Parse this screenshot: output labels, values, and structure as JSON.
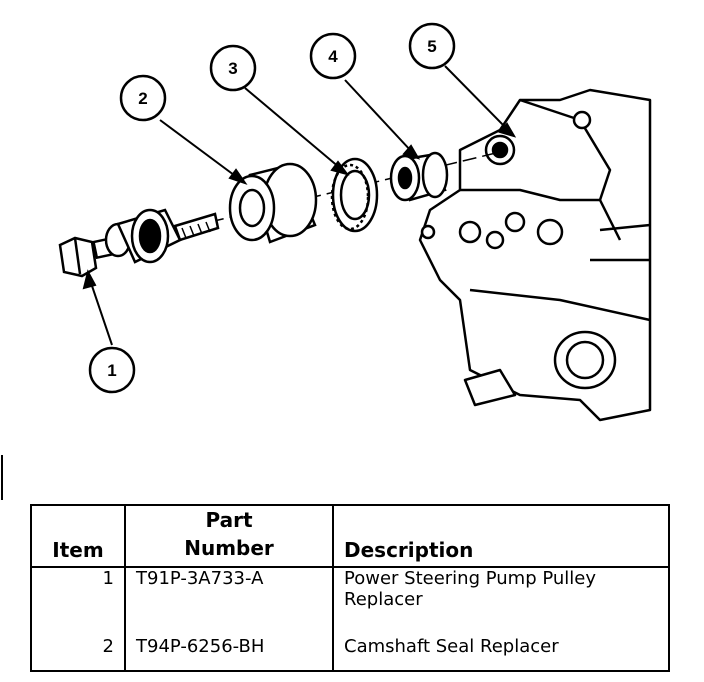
{
  "callouts": [
    "1",
    "2",
    "3",
    "4",
    "5"
  ],
  "table": {
    "headers": {
      "item": "Item",
      "part_line1": "Part",
      "part_line2": "Number",
      "description": "Description"
    },
    "rows": [
      {
        "item": "1",
        "part_number": "T91P-3A733-A",
        "description": "Power Steering Pump Pulley Replacer"
      },
      {
        "item": "2",
        "part_number": "T94P-6256-BH",
        "description": "Camshaft Seal Replacer"
      }
    ]
  }
}
